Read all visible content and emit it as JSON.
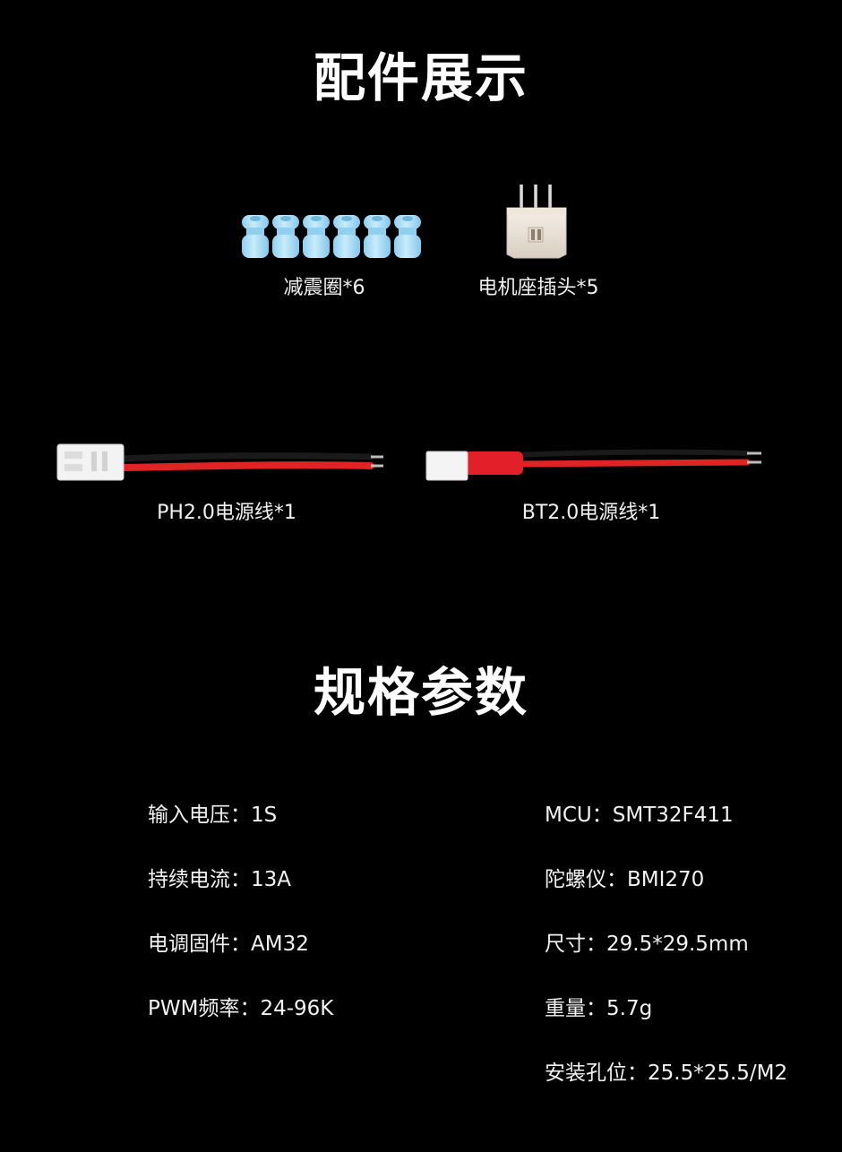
{
  "sections": {
    "accessories_title": "配件展示",
    "specs_title": "规格参数"
  },
  "accessories": [
    {
      "label": "减震圈*6",
      "icon": "damping-ring-icon"
    },
    {
      "label": "电机座插头*5",
      "icon": "motor-connector-icon"
    },
    {
      "label": "PH2.0电源线*1",
      "icon": "ph20-cable-icon"
    },
    {
      "label": "BT2.0电源线*1",
      "icon": "bt20-cable-icon"
    }
  ],
  "specs": {
    "left": [
      {
        "key": "输入电压：",
        "value": "1S"
      },
      {
        "key": "持续电流：",
        "value": "13A"
      },
      {
        "key": "电调固件：",
        "value": "AM32"
      },
      {
        "key": "PWM频率：",
        "value": "24-96K"
      }
    ],
    "right": [
      {
        "key": "MCU：",
        "value": "SMT32F411"
      },
      {
        "key": "陀螺仪：",
        "value": "BMI270"
      },
      {
        "key": "尺寸：",
        "value": "29.5*29.5mm"
      },
      {
        "key": "重量：",
        "value": "5.7g"
      },
      {
        "key": "安装孔位：",
        "value": "25.5*25.5/M2"
      }
    ]
  },
  "colors": {
    "background": "#000000",
    "text": "#ffffff",
    "ring": "#a9dcf6",
    "connector": "#ece5dc",
    "wire_red": "#e02424",
    "wire_black": "#141414"
  }
}
